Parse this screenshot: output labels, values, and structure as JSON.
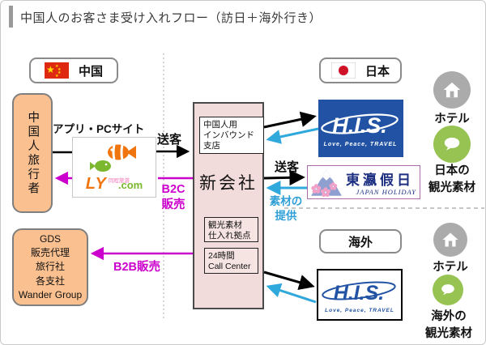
{
  "title": "中国人のお客さま受け入れフロー（訪日＋海外行き）",
  "region_labels": {
    "china": "中国",
    "japan": "日本",
    "overseas": "海外"
  },
  "left": {
    "traveler": "中国人旅行者",
    "app_site": "アプリ・PCサイト",
    "gds_lines": [
      "GDS",
      "販売代理",
      "旅行社",
      "各支社",
      "Wander Group"
    ]
  },
  "ly": {
    "name": "LY",
    "tld": ".com",
    "tagline": "同程旅游"
  },
  "company": {
    "name": "新会社",
    "inbound": [
      "中国人用",
      "インバウンド",
      "支店"
    ],
    "sourcing": [
      "観光素材",
      "仕入れ拠点"
    ],
    "callcenter": [
      "24時間",
      "Call Center"
    ]
  },
  "flow": {
    "soukyaku_left": "送客",
    "b2c": [
      "B2C",
      "販売"
    ],
    "b2b": "B2B販売",
    "soukyaku_right": "送客",
    "sozai": [
      "素材の",
      "提供"
    ]
  },
  "his": {
    "name": "H.I.S.",
    "tagline": "Love, Peace, TRAVEL"
  },
  "japan_holiday": {
    "name": "東瀛假日",
    "sub": "JAPAN HOLIDAY"
  },
  "right_column": {
    "hotel_japan": "ホテル",
    "japan_sozai": [
      "日本の",
      "観光素材"
    ],
    "hotel_overseas": "ホテル",
    "overseas_sozai": [
      "海外の",
      "観光素材"
    ]
  },
  "colors": {
    "magenta": "#CC00CC",
    "cyan": "#2FA8DC",
    "his_blue": "#2152A3",
    "peach": "#FAC090",
    "company_pink": "#F2DCDB"
  }
}
